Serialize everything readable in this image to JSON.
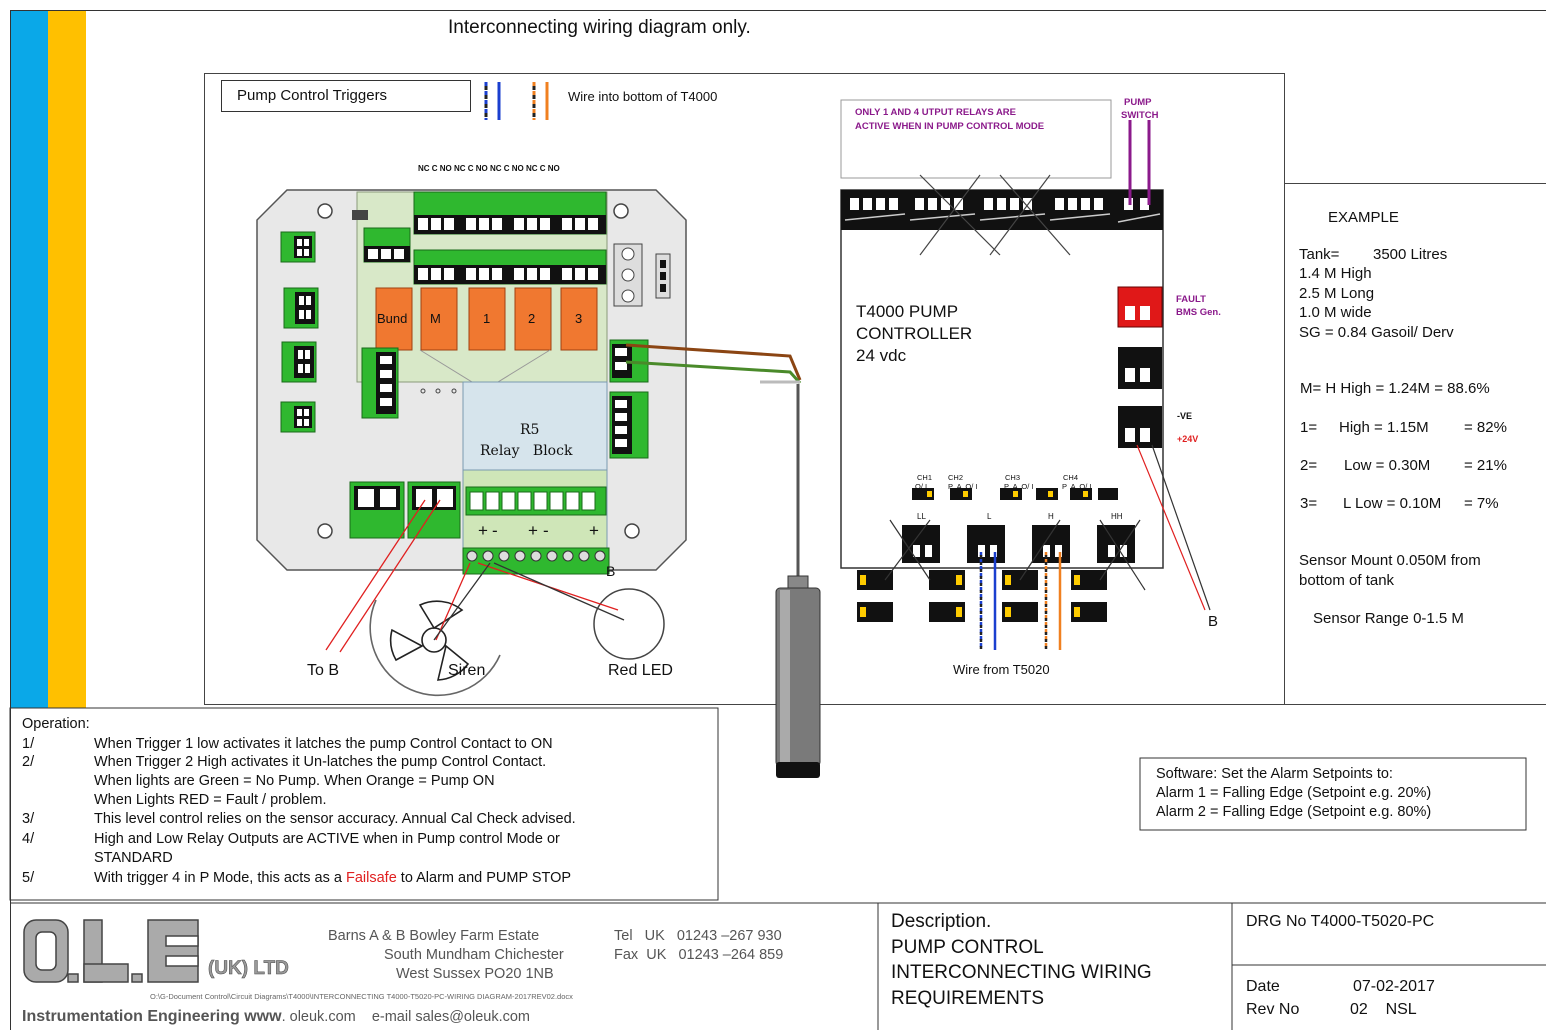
{
  "header_title": "Interconnecting wiring diagram only.",
  "triggers_box": {
    "label": "Pump Control Triggers",
    "wire_note": "Wire into bottom of T4000"
  },
  "board": {
    "terminal_labels_top": "NC C NO  NC C NO  NC C NO  NC C NO",
    "relays": [
      "Bund",
      "M",
      "1",
      "2",
      "3"
    ],
    "relay_block_line1": "R5",
    "relay_block_line2": "Relay   Block",
    "polarity_marks": [
      "+",
      "-",
      "+",
      "-",
      "+"
    ],
    "letter_b": "B"
  },
  "labels": {
    "to_b": "To B",
    "siren": "Siren",
    "red_led": "Red LED",
    "wire_from": "Wire from T5020",
    "b": "B"
  },
  "controller": {
    "note_line1": "ONLY 1 AND 4 UTPUT RELAYS ARE",
    "note_line2": "ACTIVE WHEN IN PUMP CONTROL MODE",
    "pump_switch_line1": "PUMP",
    "pump_switch_line2": "SWITCH",
    "title_line1": "T4000 PUMP",
    "title_line2": "CONTROLLER",
    "title_line3": "24 vdc",
    "fault_line1": "FAULT",
    "fault_line2": "BMS Gen.",
    "ve_label": "-VE",
    "plus24_label": "+24V",
    "channels": [
      {
        "name": "CH1",
        "opts": "O/ I"
      },
      {
        "name": "CH2",
        "opts": "P  A  O/ I"
      },
      {
        "name": "CH3",
        "opts": "P  A  O/ I"
      },
      {
        "name": "CH4",
        "opts": "P  A  O/ I"
      }
    ],
    "level_labels": [
      "LL",
      "L",
      "H",
      "HH"
    ]
  },
  "example": {
    "title": "EXAMPLE",
    "tank_label": "Tank=",
    "tank_value": "3500 Litres",
    "dims": [
      "1.4 M High",
      "2.5 M Long",
      "1.0 M wide",
      "SG = 0.84 Gasoil/ Derv"
    ],
    "levels": [
      {
        "k": "M= H High = 1.24M = 88.6%"
      },
      {
        "k": "1=",
        "v": "High = 1.15M",
        "p": "= 82%"
      },
      {
        "k": "2=",
        "v": "Low = 0.30M",
        "p": "= 21%"
      },
      {
        "k": "3=",
        "v": "L Low = 0.10M",
        "p": "= 7%"
      }
    ],
    "sensor_mount_line1": "Sensor Mount 0.050M from",
    "sensor_mount_line2": "bottom of tank",
    "sensor_range": "Sensor Range 0-1.5 M"
  },
  "operation": {
    "title": "Operation:",
    "items": [
      {
        "n": "1/",
        "lines": [
          "When Trigger 1 low activates it latches the pump Control Contact to ON"
        ]
      },
      {
        "n": "2/",
        "lines": [
          "When Trigger 2 High activates it Un-latches the pump Control Contact.",
          "When lights are Green = No Pump. When Orange = Pump ON",
          "When Lights RED = Fault / problem."
        ]
      },
      {
        "n": "3/",
        "lines": [
          "This level control relies on the sensor accuracy. Annual Cal Check advised."
        ]
      },
      {
        "n": "4/",
        "lines": [
          "High and Low Relay Outputs are ACTIVE when in Pump control Mode or",
          "STANDARD"
        ]
      }
    ],
    "item5_n": "5/",
    "item5_pre": "With trigger 4 in P Mode, this acts as a ",
    "item5_red": "Failsafe",
    "item5_post": " to Alarm and PUMP STOP"
  },
  "software": {
    "line1": "Software: Set the Alarm Setpoints to:",
    "line2": "Alarm 1 = Falling Edge (Setpoint e.g. 20%)",
    "line3": "Alarm 2 = Falling Edge (Setpoint e.g. 80%)"
  },
  "footer": {
    "logo_text": "O.L.E",
    "logo_sub": "(UK) LTD",
    "addr1": "Barns A & B Bowley Farm Estate",
    "addr2": "South Mundham Chichester",
    "addr3": "West Sussex PO20 1NB",
    "tel": "Tel   UK   01243 –267 930",
    "fax": "Fax  UK   01243 –264 859",
    "path": "O:\\G-Document Control\\Circuit Diagrams\\T4000\\INTERCONNECTING T4000-T5020-PC-WIRING DIAGRAM-2017REV02.docx",
    "eng_bold": "Instrumentation Engineering www",
    "eng_rest": ". oleuk.com    e-mail sales@oleuk.com",
    "desc_title": "Description.",
    "desc_line1": "PUMP CONTROL",
    "desc_line2": "INTERCONNECTING WIRING",
    "desc_line3": "REQUIREMENTS",
    "drg": "DRG No T4000-T5020-PC",
    "date_label": "Date",
    "date_value": "07-02-2017",
    "rev_label": "Rev No",
    "rev_value": "02    NSL"
  }
}
